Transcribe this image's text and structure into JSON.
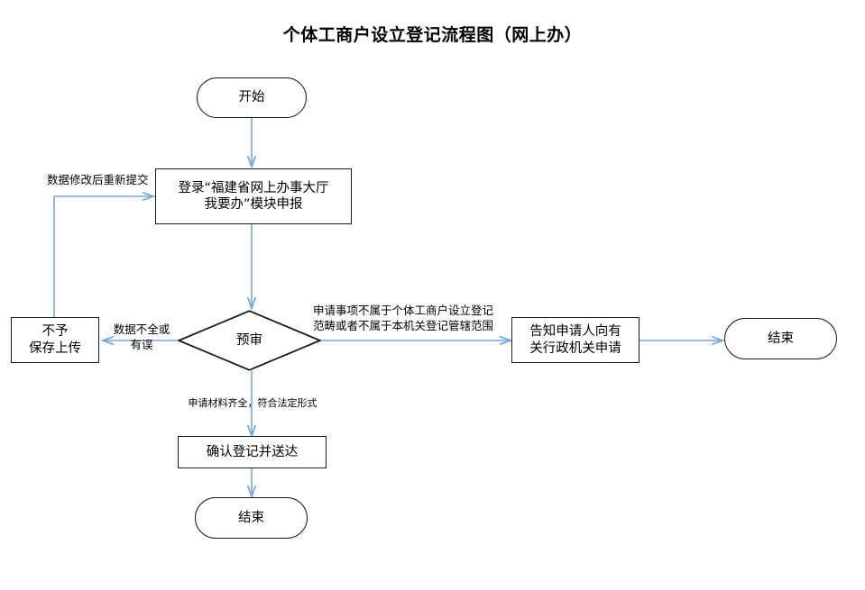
{
  "diagram": {
    "title": "个体工商户设立登记流程图（网上办）",
    "line_color": "#7ba7d7",
    "node_border_color": "#1a1a1a",
    "background": "#ffffff"
  },
  "nodes": {
    "start": {
      "label": "开始",
      "shape": "terminator"
    },
    "login": {
      "label": "登录“福建省网上办事大厅\n我要办”模块申报",
      "shape": "process"
    },
    "review": {
      "label": "预审",
      "shape": "decision"
    },
    "reject": {
      "label": "不予\n保存上传",
      "shape": "process"
    },
    "notify": {
      "label": "告知申请人向有\n关行政机关申请",
      "shape": "process"
    },
    "end_right": {
      "label": "结束",
      "shape": "terminator"
    },
    "confirm": {
      "label": "确认登记并送达",
      "shape": "process"
    },
    "end_bottom": {
      "label": "结束",
      "shape": "terminator"
    }
  },
  "edge_labels": {
    "resubmit": "数据修改后重新提交",
    "data_incomplete": "数据不全或\n有误",
    "out_of_scope": "申请事项不属于个体工商户设立登记\n范畴或者不属于本机关登记管辖范围",
    "materials_complete": "申请材料齐全，符合法定形式"
  }
}
